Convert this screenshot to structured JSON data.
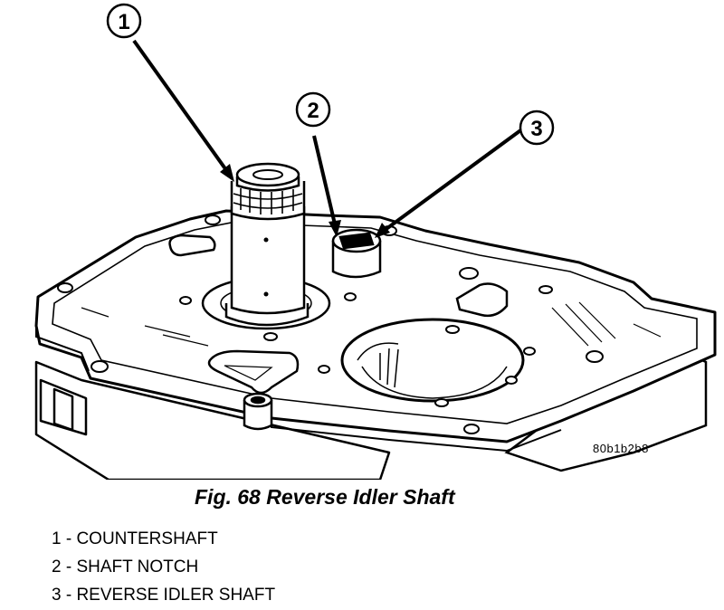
{
  "figure": {
    "code": "80b1b2b8",
    "caption": "Fig. 68 Reverse Idler Shaft"
  },
  "callouts": [
    {
      "number": "1"
    },
    {
      "number": "2"
    },
    {
      "number": "3"
    }
  ],
  "legend": [
    {
      "text": "1 - COUNTERSHAFT"
    },
    {
      "text": "2 - SHAFT NOTCH"
    },
    {
      "text": "3 - REVERSE IDLER SHAFT"
    }
  ]
}
